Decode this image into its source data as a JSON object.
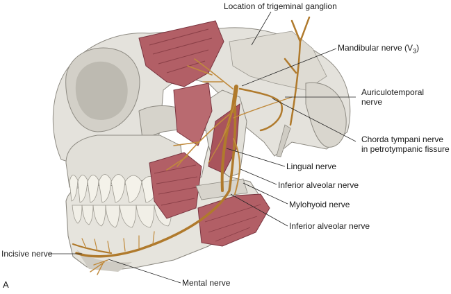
{
  "figure": {
    "panel_letter": "A",
    "colors": {
      "bone": "#e4e2dc",
      "bone_shadow": "#b9b6ad",
      "muscle": "#b25f66",
      "muscle_dark": "#8a3f47",
      "nerve": "#b07a2c",
      "nerve_light": "#d3a054",
      "leader": "#222222",
      "teeth": "#f4f2ea"
    },
    "labels": {
      "trigeminal_ganglion": "Location of trigeminal ganglion",
      "mandibular_nerve_main": "Mandibular nerve (V",
      "mandibular_nerve_sub": "3",
      "mandibular_nerve_close": ")",
      "auriculotemporal_1": "Auriculotemporal",
      "auriculotemporal_2": "nerve",
      "chorda_tympani_1": "Chorda tympani nerve",
      "chorda_tympani_2": "in petrotympanic fissure",
      "lingual": "Lingual nerve",
      "inferior_alveolar_upper": "Inferior alveolar nerve",
      "mylohyoid": "Mylohyoid nerve",
      "inferior_alveolar_lower": "Inferior alveolar nerve",
      "incisive": "Incisive nerve",
      "mental": "Mental nerve"
    }
  }
}
